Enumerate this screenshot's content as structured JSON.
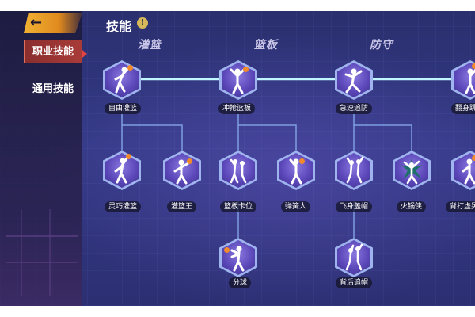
{
  "sidebar": {
    "back_label": "←",
    "items": [
      {
        "label": "职业技能",
        "active": true
      },
      {
        "label": "通用技能",
        "active": false
      }
    ]
  },
  "page": {
    "title": "技能",
    "info_glyph": "!"
  },
  "categories": [
    {
      "label": "灌篮"
    },
    {
      "label": "篮板"
    },
    {
      "label": "防守"
    }
  ],
  "skills": {
    "row1": [
      {
        "label": "自由灌篮"
      },
      {
        "label": "冲抢篮板"
      },
      {
        "label": "急速追防"
      },
      {
        "label": "翻身跳"
      }
    ],
    "row2": [
      {
        "label": "灵巧灌篮"
      },
      {
        "label": "灌篮王"
      },
      {
        "label": "篮板卡位"
      },
      {
        "label": "弹簧人"
      },
      {
        "label": "飞身盖帽"
      },
      {
        "label": "火锅侠"
      },
      {
        "label": "背打虚晃"
      }
    ],
    "row3": [
      {
        "label": "分球"
      },
      {
        "label": "背后追帽"
      }
    ]
  },
  "colors": {
    "accent_orange": "#f2b233",
    "active_tab": "#a83b38",
    "connector_glow": "#6fe8ff",
    "connector_line": "#7f9de0",
    "ball": "#f08a2a"
  }
}
